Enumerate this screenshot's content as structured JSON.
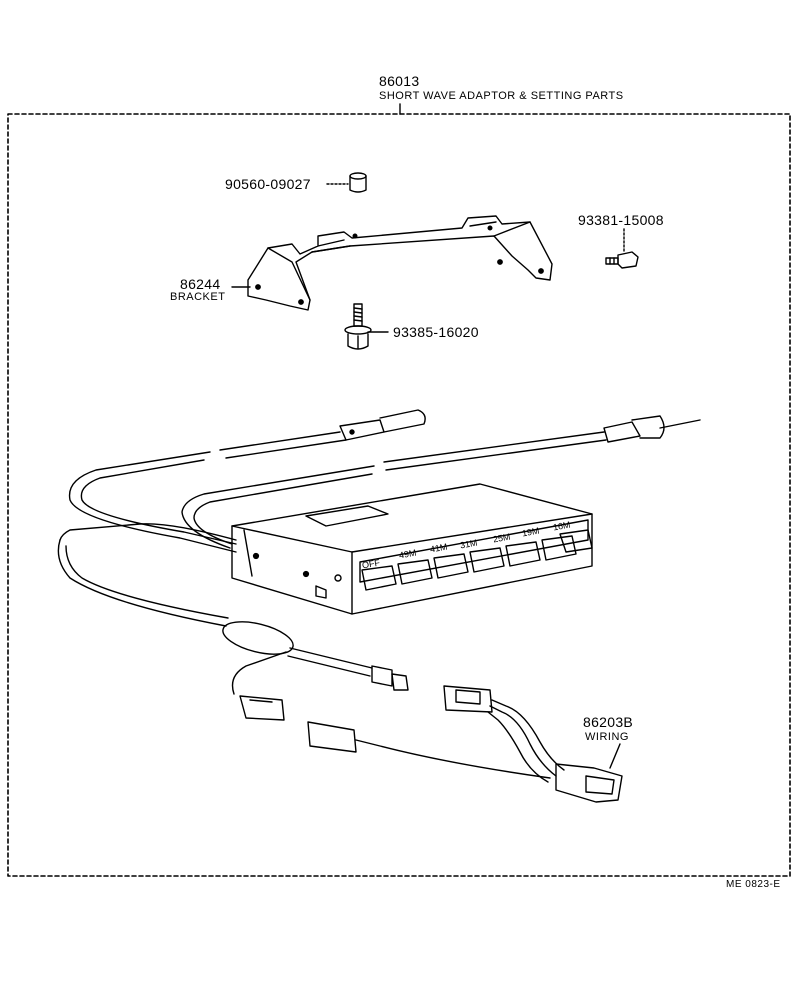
{
  "assembly": {
    "part_number": "86013",
    "description": "SHORT WAVE ADAPTOR & SETTING PARTS"
  },
  "parts": {
    "cap": {
      "number": "90560-09027"
    },
    "screw_small": {
      "number": "93381-15008"
    },
    "bracket": {
      "number": "86244",
      "name": "BRACKET"
    },
    "bolt": {
      "number": "93385-16020"
    },
    "wiring": {
      "number": "86203B",
      "name": "WIRING"
    }
  },
  "adaptor_buttons": [
    "OFF",
    "49M",
    "41M",
    "31M",
    "25M",
    "19M",
    "16M"
  ],
  "footer": {
    "diagram_code": "ME 0823-E"
  }
}
